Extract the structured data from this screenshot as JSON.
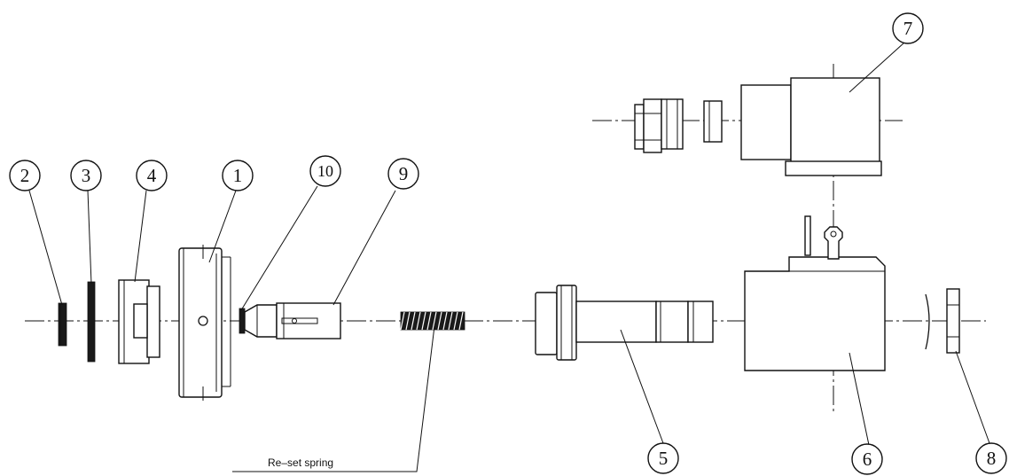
{
  "parts": [
    {
      "id": "2",
      "label": "2"
    },
    {
      "id": "3",
      "label": "3"
    },
    {
      "id": "4",
      "label": "4"
    },
    {
      "id": "1",
      "label": "1"
    },
    {
      "id": "10",
      "label": "10"
    },
    {
      "id": "9",
      "label": "9"
    },
    {
      "id": "7",
      "label": "7"
    },
    {
      "id": "5",
      "label": "5"
    },
    {
      "id": "6",
      "label": "6"
    },
    {
      "id": "8",
      "label": "8"
    }
  ],
  "annotations": {
    "spring_label": "Re–set spring"
  }
}
